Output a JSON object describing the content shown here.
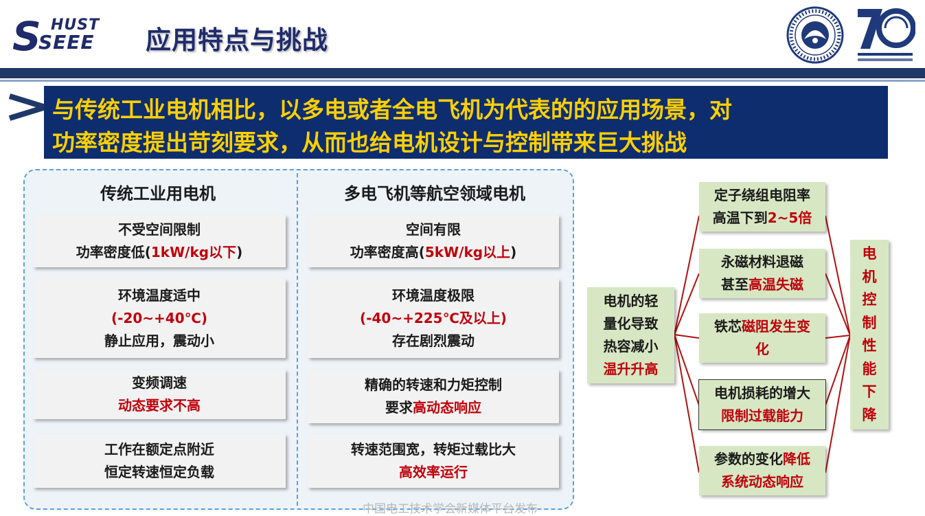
{
  "header": {
    "logo_top": "HUST",
    "logo_bottom": "SEEE",
    "title": "应用特点与挑战"
  },
  "banner": {
    "line1": "与传统工业电机相比，以多电或者全电飞机为代表的的应用场景，对",
    "line2": "功率密度提出苛刻要求，从而也给电机设计与控制带来巨大挑战"
  },
  "comparison": {
    "left_header": "传统工业用电机",
    "right_header": "多电飞机等航空领域电机",
    "left_cards": [
      {
        "l1": "不受空间限制",
        "l2a": "功率密度低(",
        "l2b": "1kW/kg以下",
        "l2c": ")"
      },
      {
        "l1": "环境温度适中",
        "l2": "(-20~+40℃)",
        "l3": "静止应用，震动小"
      },
      {
        "l1": "变频调速",
        "l2": "动态要求不高"
      },
      {
        "l1": "工作在额定点附近",
        "l2": "恒定转速恒定负载"
      }
    ],
    "right_cards": [
      {
        "l1": "空间有限",
        "l2a": "功率密度高(",
        "l2b": "5kW/kg以上",
        "l2c": ")"
      },
      {
        "l1": "环境温度极限",
        "l2": "(-40~+225℃及以上)",
        "l3": "存在剧烈震动"
      },
      {
        "l1": "精确的转速和力矩控制",
        "l2a": "要求",
        "l2b": "高动态响应"
      },
      {
        "l1": "转速范围宽，转矩过载比大",
        "l2": "高效率运行"
      }
    ]
  },
  "diagram": {
    "source": {
      "l1": "电机的轻",
      "l2": "量化导致",
      "l3": "热容减小",
      "l4": "温升升高"
    },
    "effects": [
      {
        "l1": "定子绕组电阻率",
        "l2a": "高温下到",
        "l2b": "2~5倍"
      },
      {
        "l1": "永磁材料退磁",
        "l2a": "甚至",
        "l2b": "高温失磁"
      },
      {
        "l1a": "铁芯",
        "l1b": "磁阻发生变",
        "l2": "化"
      },
      {
        "l1": "电机损耗的增大",
        "l2": "限制过载能力"
      },
      {
        "l1a": "参数的变化",
        "l1b": "降低",
        "l2": "系统动态响应"
      }
    ],
    "result": [
      "电",
      "机",
      "控",
      "制",
      "性",
      "能",
      "下",
      "降"
    ],
    "line_color": "#b01010"
  },
  "footer": "中国电工技术学会新媒体平台发布",
  "colors": {
    "navy": "#1f3868",
    "banner_bg": "#0d2d6e",
    "banner_text": "#ffd000",
    "red": "#c0000b",
    "green_box": "#d7e7c3"
  }
}
